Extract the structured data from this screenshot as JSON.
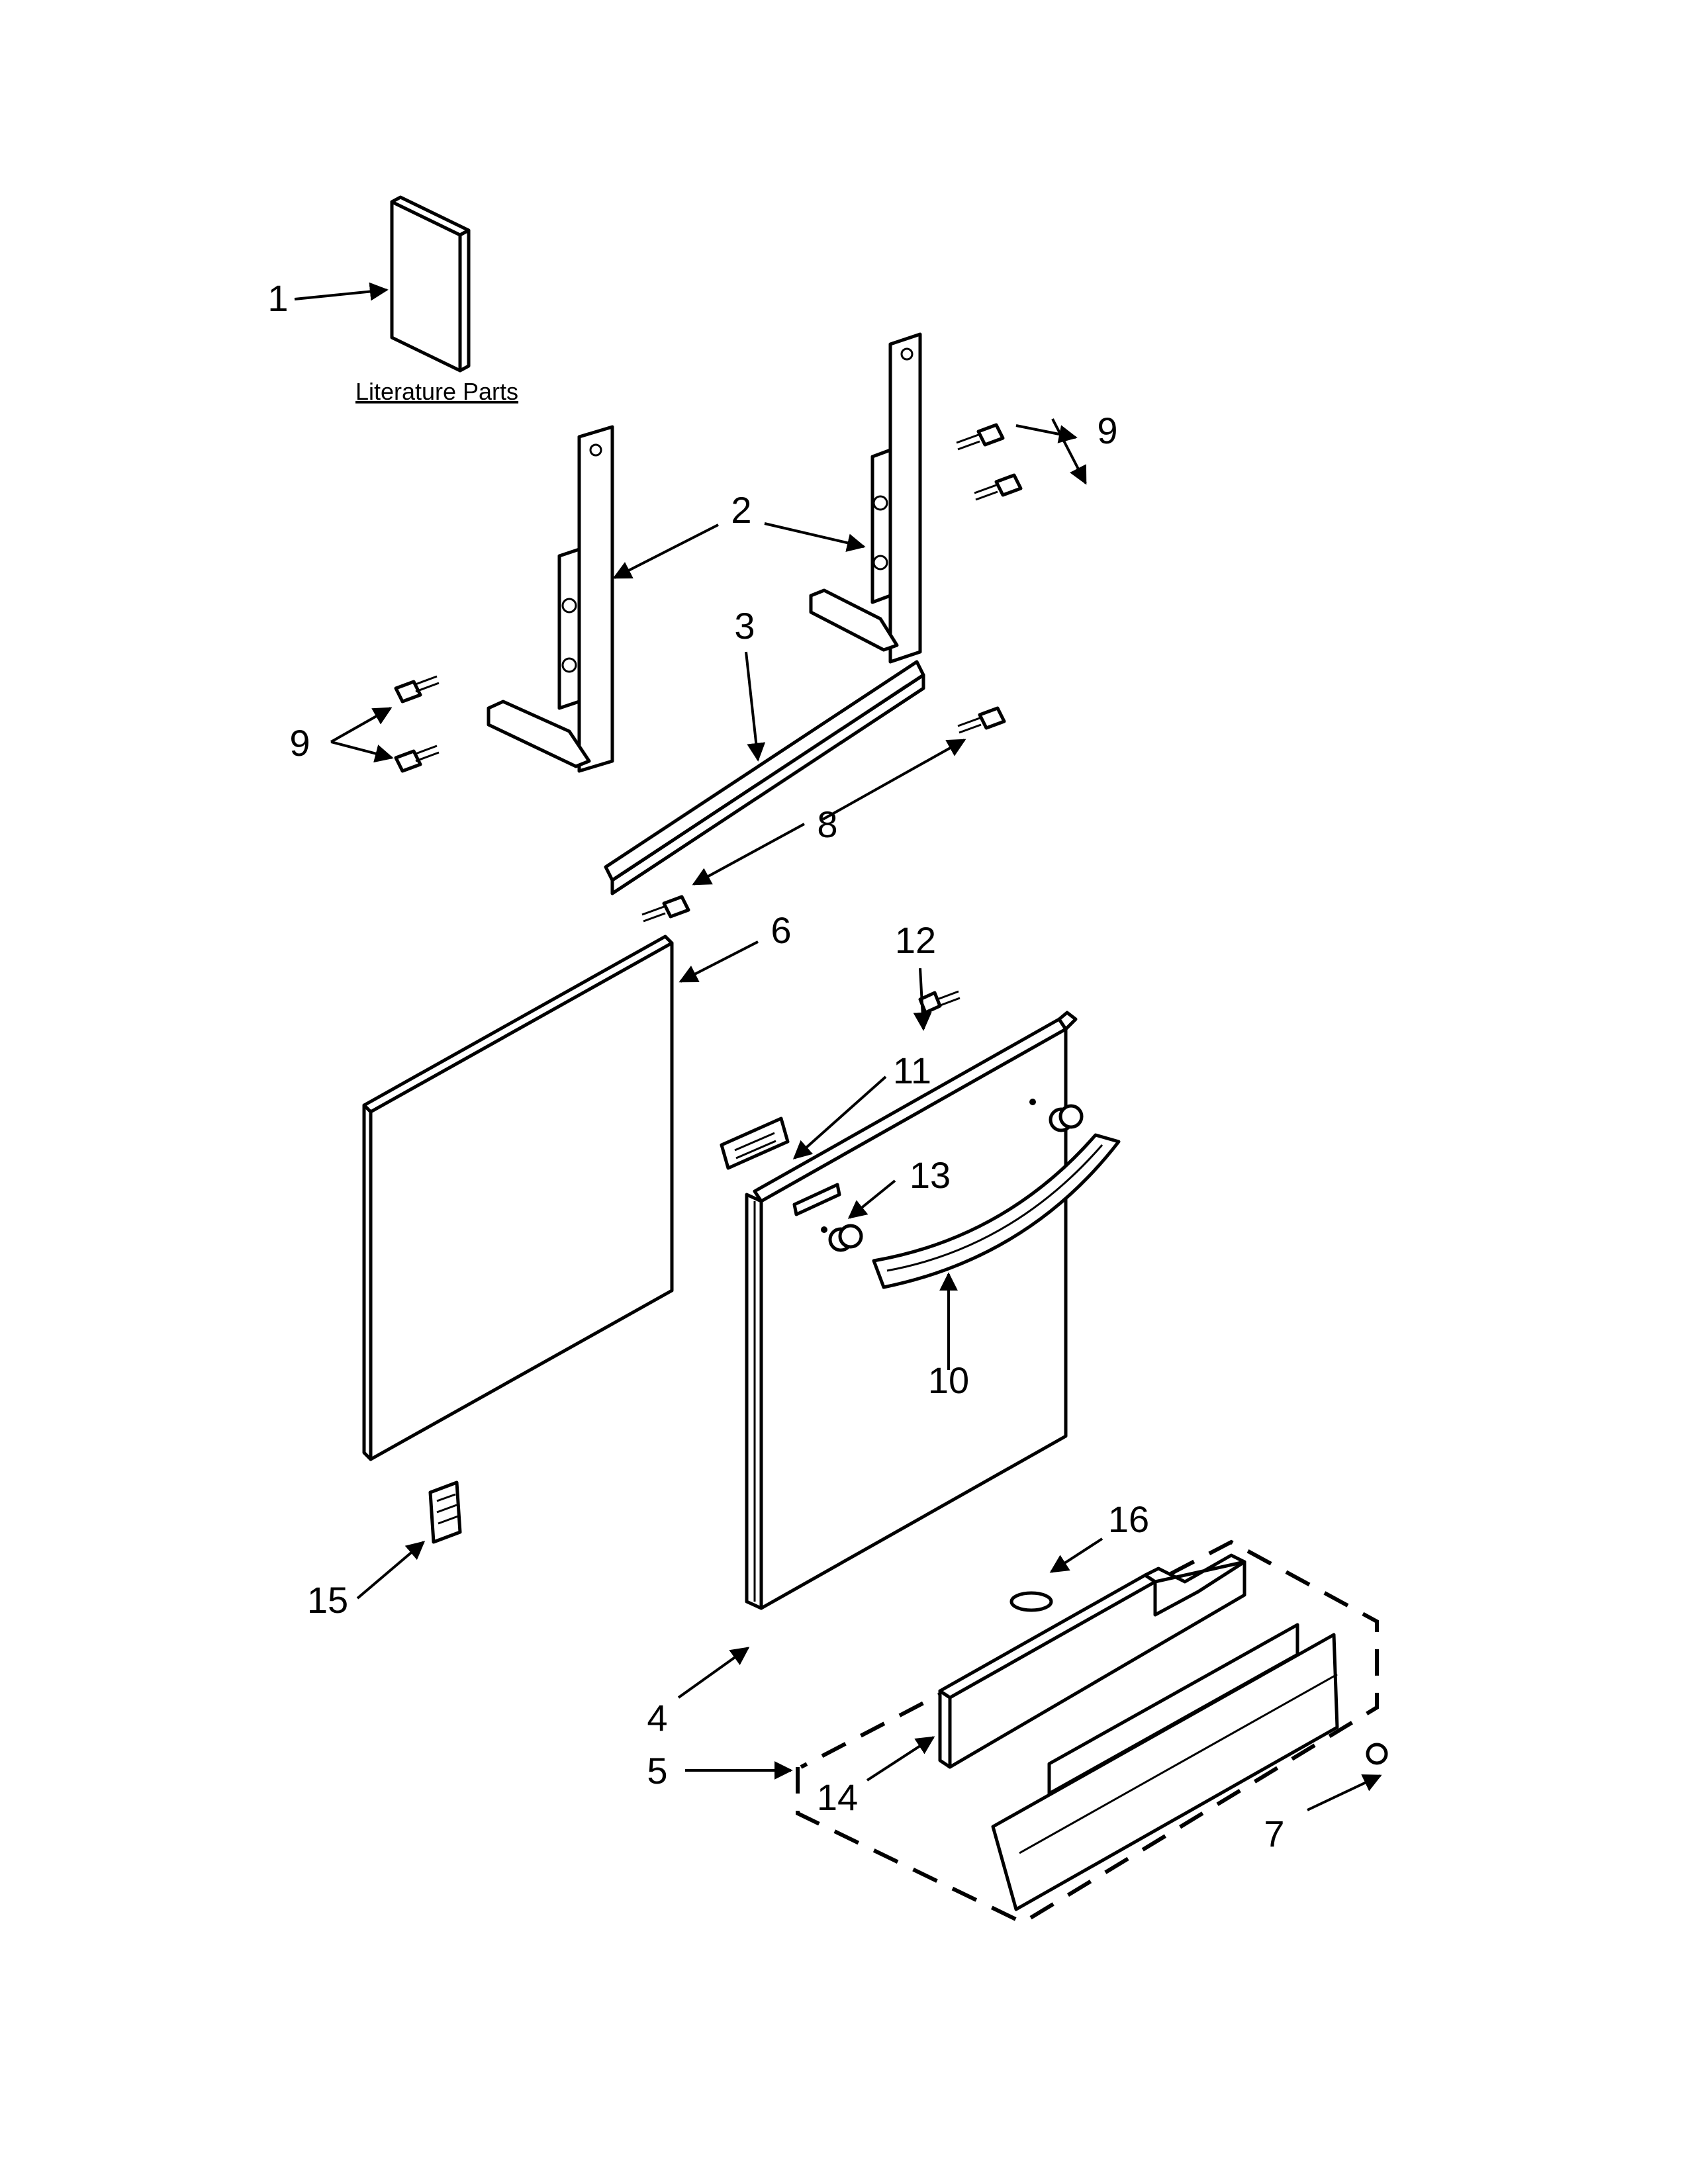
{
  "diagram": {
    "caption": "Literature Parts",
    "callouts": {
      "c1": "1",
      "c2": "2",
      "c3": "3",
      "c4": "4",
      "c5": "5",
      "c6": "6",
      "c7": "7",
      "c8": "8",
      "c9a": "9",
      "c9b": "9",
      "c10": "10",
      "c11": "11",
      "c12": "12",
      "c13": "13",
      "c14": "14",
      "c15": "15",
      "c16": "16"
    },
    "colors": {
      "line": "#000000",
      "background": "#ffffff"
    }
  }
}
